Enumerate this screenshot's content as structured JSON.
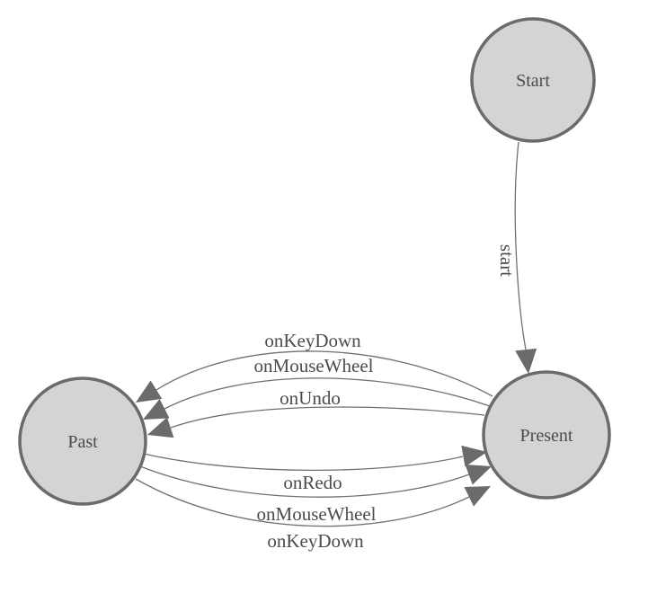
{
  "diagram": {
    "type": "state-machine",
    "colors": {
      "background": "#ffffff",
      "node_fill": "#d4d4d4",
      "node_stroke": "#6b6b6b",
      "edge_stroke": "#707070",
      "arrow_fill": "#6b6b6b",
      "label_text": "#4b4b50"
    },
    "nodes": [
      {
        "id": "start",
        "label": "Start"
      },
      {
        "id": "present",
        "label": "Present"
      },
      {
        "id": "past",
        "label": "Past"
      }
    ],
    "edges": [
      {
        "from": "start",
        "to": "present",
        "label": "start"
      },
      {
        "from": "present",
        "to": "past",
        "label": "onKeyDown"
      },
      {
        "from": "present",
        "to": "past",
        "label": "onMouseWheel"
      },
      {
        "from": "present",
        "to": "past",
        "label": "onUndo"
      },
      {
        "from": "past",
        "to": "present",
        "label": "onRedo"
      },
      {
        "from": "past",
        "to": "present",
        "label": "onMouseWheel"
      },
      {
        "from": "past",
        "to": "present",
        "label": "onKeyDown"
      }
    ]
  }
}
